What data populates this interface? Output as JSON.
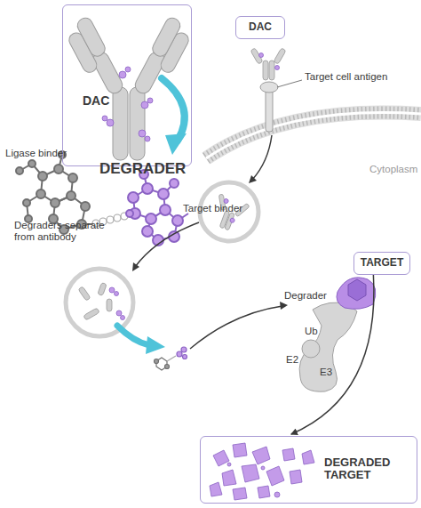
{
  "diagram": {
    "nodes": [
      {
        "text": [
          "DAC"
        ]
      },
      {
        "text": [
          "DAC"
        ]
      },
      {
        "text": [
          "TARGET"
        ]
      },
      {
        "text": [
          "DEGRADED TARGET"
        ]
      }
    ],
    "edges": [
      {
        "from": 2,
        "to": 3,
        "arrow": "to"
      }
    ],
    "labels": [
      "Ligase binder",
      "DEGRADER",
      "Target binder",
      "Target cell antigen",
      "Cytoplasm",
      "Degraders separate from antibody",
      "Degrader",
      "Ub",
      "E2",
      "E3"
    ]
  }
}
